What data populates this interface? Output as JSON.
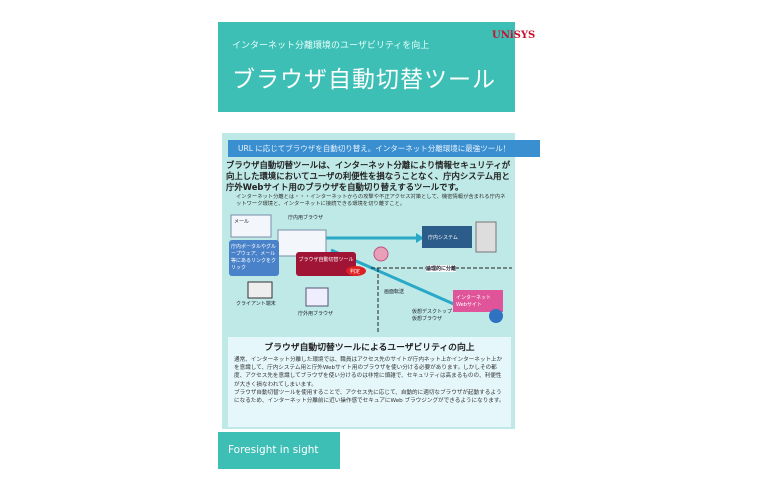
{
  "header": {
    "subtitle": "インターネット分離環境のユーザビリティを向上",
    "title": "ブラウザ自動切替ツール",
    "logo": "UNiSYS"
  },
  "banner": "URL に応じてブラウザを自動切り替え。インターネット分離環境に最強ツール！",
  "lead": "ブラウザ自動切替ツールは、インターネット分離により情報セキュリティが向上した環境においてユーザの利便性を損なうことなく、庁内システム用と庁外Webサイト用のブラウザを自動切り替えするツールです。",
  "note": "インターネット分離とは・・・インターネットからの攻撃や不正アクセス対策として、機密情報が含まれる庁内ネットワーク環境と、インターネットに接続できる環境を切り離すこと。",
  "diagram": {
    "mail": "メール",
    "portal": "庁内ポータルやグループウェア、メール等にあるリンクをクリック",
    "client": "クライアント端末",
    "internal_browser": "庁内用ブラウザ",
    "external_browser": "庁外用ブラウザ",
    "tool": "ブラウザ自動切替ツール",
    "judge": "判定",
    "system": "庁内システム",
    "separation": "論理的に分離",
    "transfer": "画面転送",
    "virtual": "仮想デスクトップ 仮想ブラウザ",
    "website": "インターネット Webサイト"
  },
  "section": {
    "title": "ブラウザ自動切替ツールによるユーザビリティの向上",
    "body": "通常、インターネット分離した環境では、職員はアクセス先のサイトが庁内ネット上かインターネット上かを意識して、庁内システム用と庁外Webサイト用のブラウザを使い分ける必要があります。しかしその都度、アクセス先を意識してブラウザを使い分けるのは非常に煩雑で、セキュリティは高まるものの、利便性が大きく損なわれてしまいます。\nブラウザ自動切替ツールを使用することで、アクセス先に応じて、自動的に適切なブラウザが起動するようになるため、インターネット分離前に近い操作感でセキュアにWeb ブラウジングができるようになります。"
  },
  "footer": "Foresight in sight",
  "colors": {
    "teal": "#3dbfb6",
    "blue": "#3a8fd0",
    "logo_red": "#c8102e"
  }
}
